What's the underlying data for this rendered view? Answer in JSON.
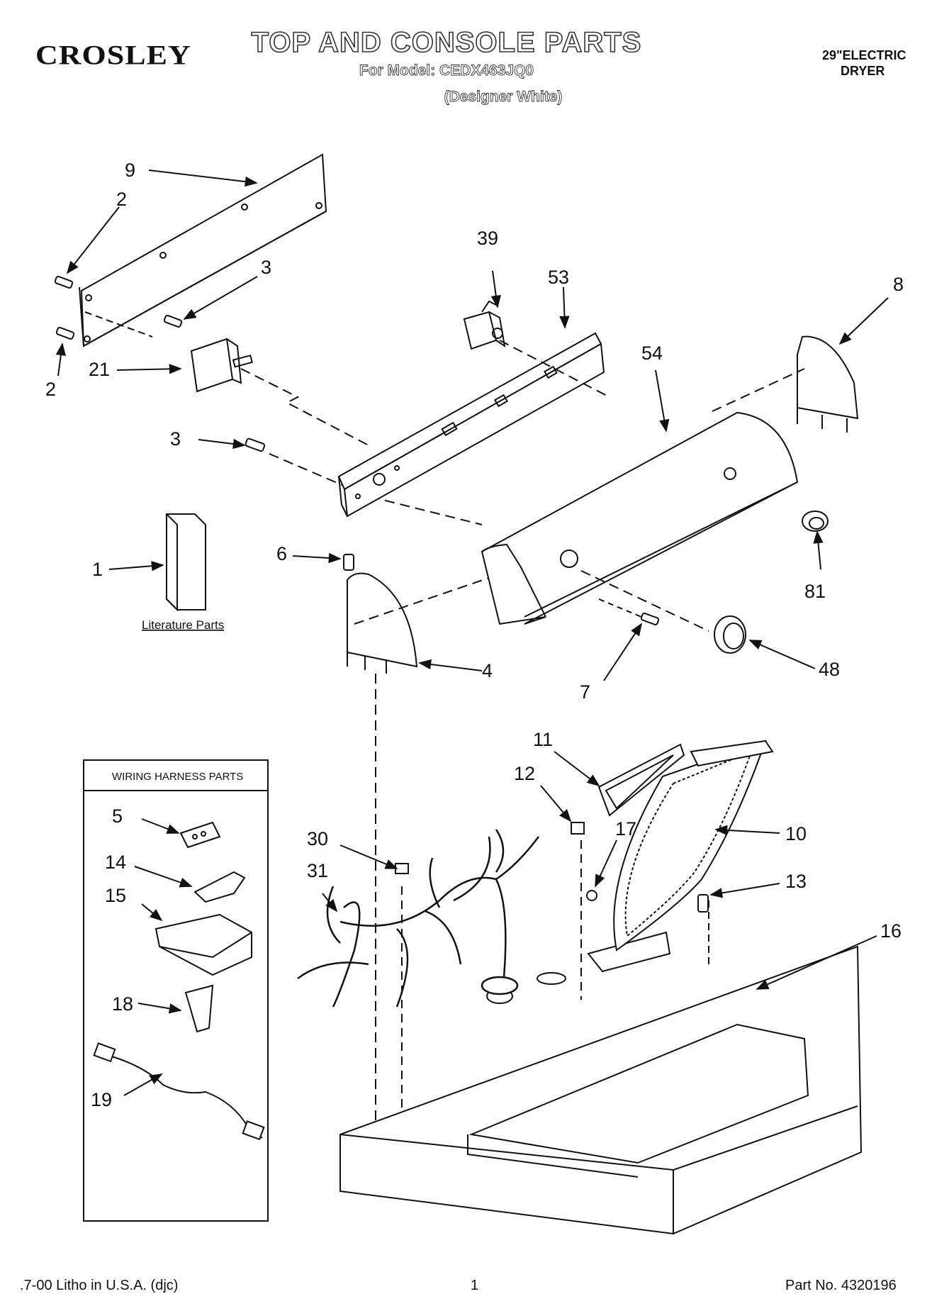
{
  "header": {
    "brand": "CROSLEY",
    "title": "TOP AND CONSOLE PARTS",
    "model_line": "For Model: CEDX463JQ0",
    "variant": "(Designer White)",
    "product_type_line1": "29\"ELECTRIC",
    "product_type_line2": "DRYER"
  },
  "diagram": {
    "literature_label": "Literature Parts",
    "wiring_box_title": "WIRING HARNESS PARTS",
    "callouts": {
      "c9": "9",
      "c2a": "2",
      "c3a": "3",
      "c2b": "2",
      "c21": "21",
      "c3b": "3",
      "c39": "39",
      "c53": "53",
      "c8": "8",
      "c54": "54",
      "c1": "1",
      "c6": "6",
      "c81": "81",
      "c4": "4",
      "c7": "7",
      "c48": "48",
      "c11": "11",
      "c12": "12",
      "c17": "17",
      "c10": "10",
      "c13": "13",
      "c16": "16",
      "c30": "30",
      "c31": "31",
      "c5": "5",
      "c14": "14",
      "c15": "15",
      "c18": "18",
      "c19": "19"
    }
  },
  "footer": {
    "litho": ".7-00 Litho in U.S.A. (djc)",
    "page": "1",
    "part_no": "Part No. 4320196"
  }
}
